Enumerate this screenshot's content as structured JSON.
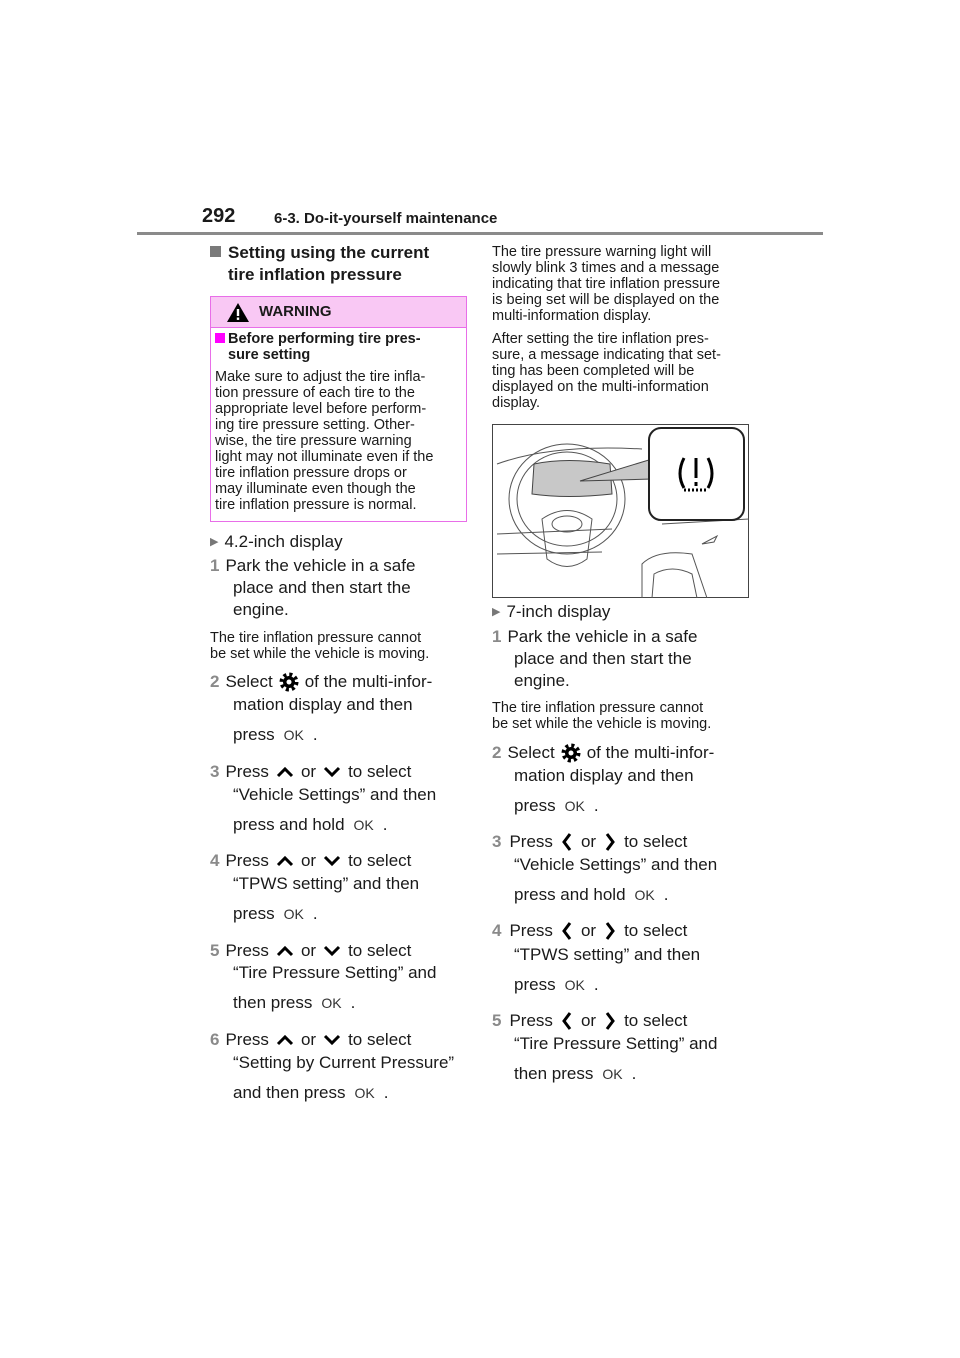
{
  "header": {
    "page_number": "292",
    "section": "6-3. Do-it-yourself maintenance"
  },
  "left": {
    "heading": [
      "Setting using the current",
      "tire inflation pressure"
    ],
    "warning": {
      "title": "WARNING",
      "sub": [
        "Before performing tire pres-",
        "sure setting"
      ],
      "body": [
        "Make sure to adjust the tire infla-",
        "tion pressure of each tire to the",
        "appropriate level before perform-",
        "ing tire pressure setting. Other-",
        "wise, the tire pressure warning",
        "light may not illuminate even if the",
        "tire inflation pressure drops or",
        "may illuminate even though the",
        "tire inflation pressure is normal."
      ]
    },
    "display": "4.2-inch display",
    "step1": [
      "Park the vehicle in a safe",
      "place and then start the",
      "engine."
    ],
    "note": [
      "The tire inflation pressure cannot",
      "be set while the vehicle is moving."
    ],
    "step2": {
      "a": "Select",
      "b": "of the multi-infor-",
      "l2": "mation display and then",
      "l3": "press"
    },
    "step3": {
      "l2": "“Vehicle Settings” and then",
      "l3": "press and hold"
    },
    "step4": {
      "l2": "“TPWS setting” and then",
      "l3": "press"
    },
    "step5": {
      "l2": "“Tire Pressure Setting” and",
      "l3": "then press"
    },
    "step6": {
      "l2": "“Setting by Current Pressure”",
      "l3": "and then press"
    }
  },
  "right": {
    "para1": [
      "The tire pressure warning light will",
      "slowly blink 3 times and a message",
      "indicating that tire inflation pressure",
      "is being set will be displayed on the",
      "multi-information display."
    ],
    "para2": [
      "After setting the tire inflation pres-",
      "sure, a message indicating that set-",
      "ting has been completed will be",
      "displayed on the multi-information",
      "display."
    ],
    "display": "7-inch display",
    "step1": [
      "Park the vehicle in a safe",
      "place and then start the",
      "engine."
    ],
    "note": [
      "The tire inflation pressure cannot",
      "be set while the vehicle is moving."
    ],
    "step2": {
      "a": "Select",
      "b": "of the multi-infor-",
      "l2": "mation display and then",
      "l3": "press"
    },
    "step3": {
      "l2": "“Vehicle Settings” and then",
      "l3": "press and hold"
    },
    "step4": {
      "l2": "“TPWS setting” and then",
      "l3": "press"
    },
    "step5": {
      "l2": "“Tire Pressure Setting” and",
      "l3": "then press"
    }
  },
  "common": {
    "press": "Press",
    "or": "or",
    "to_select": "to select",
    "ok": "OK",
    "period": ".",
    "n1": "1",
    "n2": "2",
    "n3": "3",
    "n4": "4",
    "n5": "5",
    "n6": "6"
  }
}
